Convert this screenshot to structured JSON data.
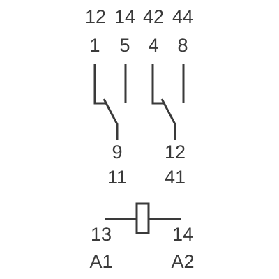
{
  "diagram": {
    "contacts": {
      "top_row": [
        "12",
        "14",
        "42",
        "44"
      ],
      "second_row": [
        "1",
        "5",
        "4",
        "8"
      ],
      "common_row_1": [
        "9",
        "12"
      ],
      "common_row_2": [
        "11",
        "41"
      ]
    },
    "coil": {
      "left_terminal_number": "13",
      "left_terminal_name": "A1",
      "right_terminal_number": "14",
      "right_terminal_name": "A2"
    },
    "line_color": "#3a3a3a"
  }
}
